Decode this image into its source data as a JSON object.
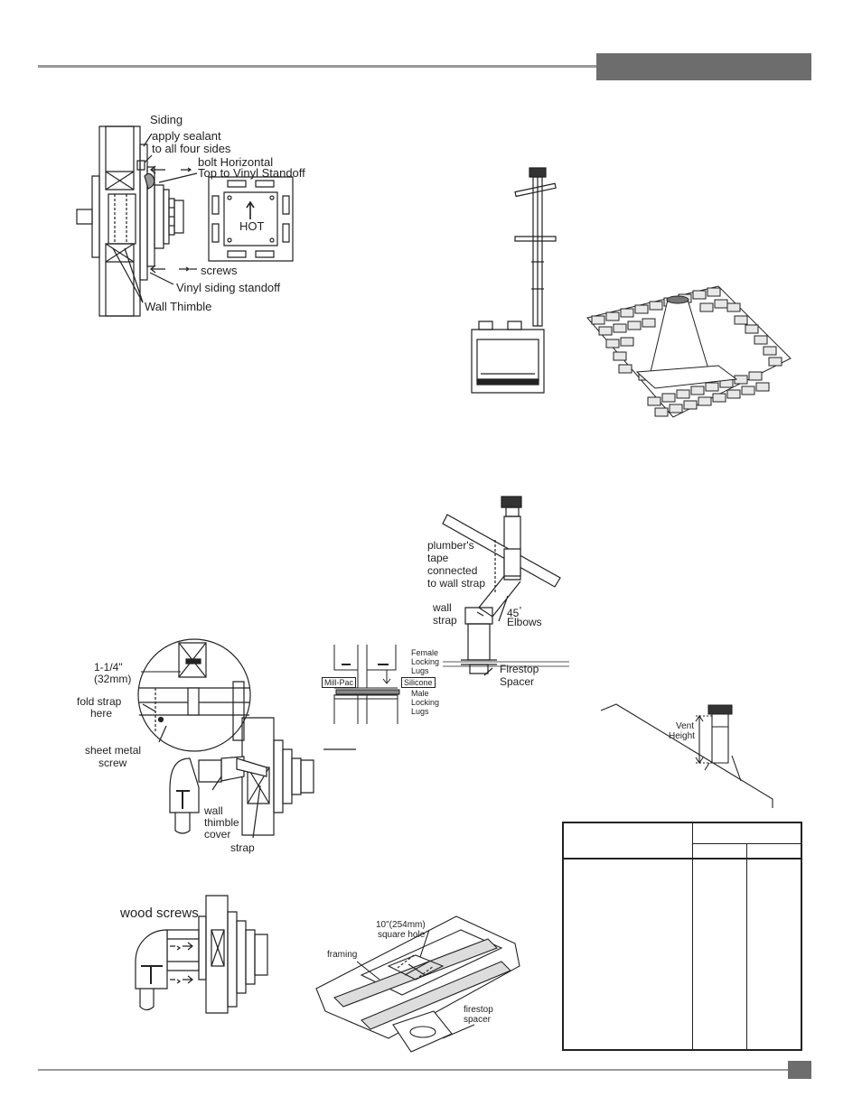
{
  "header": {
    "section_tab": ""
  },
  "fig_siding": {
    "siding": "Siding",
    "sealant_1": "apply sealant",
    "sealant_2": "to all four sides",
    "bolt_1": "bolt Horizontal",
    "bolt_2": "Top to Vinyl Standoff",
    "hot": "HOT",
    "screws": "screws",
    "vinyl": "Vinyl siding standoff",
    "thimble": "Wall Thimble"
  },
  "fig_offset": {
    "tape_1": "plumber's",
    "tape_2": "tape",
    "tape_3": "connected",
    "tape_4": "to wall strap",
    "strap_1": "wall",
    "strap_2": "strap",
    "elbow_1": "45",
    "elbow_deg": "°",
    "elbow_2": "Elbows",
    "firestop_1": "Firestop",
    "firestop_2": "Spacer"
  },
  "fig_lugs": {
    "female_1": "Female",
    "female_2": "Locking",
    "female_3": "Lugs",
    "millpac": "Mill-Pac",
    "silicone": "Silicone",
    "male_1": "Male",
    "male_2": "Locking",
    "male_3": "Lugs"
  },
  "fig_strap": {
    "dim_1": "1-1/4\"",
    "dim_2": "(32mm)",
    "fold_1": "fold strap",
    "fold_2": "here",
    "screw_1": "sheet metal",
    "screw_2": "screw",
    "cover_1": "wall",
    "cover_2": "thimble",
    "cover_3": "cover",
    "strap": "strap"
  },
  "fig_wood": {
    "wood": "wood screws"
  },
  "fig_framing": {
    "hole_1": "10\"(254mm)",
    "hole_2": "square hole",
    "framing": "framing",
    "spacer_1": "firestop",
    "spacer_2": "spacer"
  },
  "fig_roof": {
    "vent_1": "Vent",
    "vent_2": "Height"
  },
  "footer": {
    "page_number": ""
  },
  "colors": {
    "rule": "#999999",
    "tab": "#6d6d6d",
    "ink": "#222222"
  }
}
